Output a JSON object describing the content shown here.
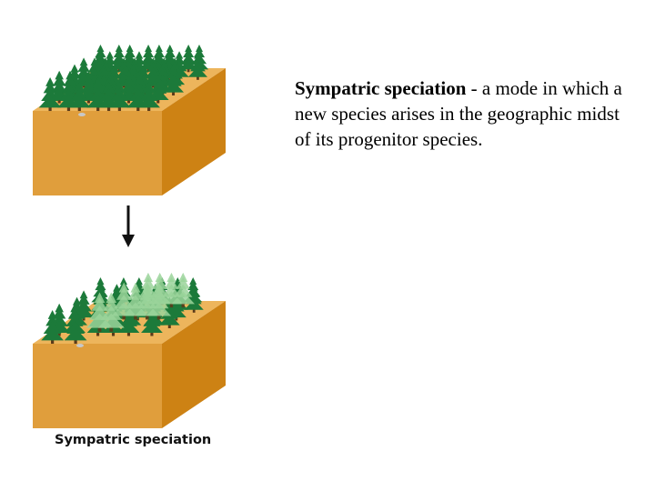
{
  "definition": {
    "term": "Sympatric speciation",
    "text": " - a mode in which a new species arises in the geographic midst of its progenitor species."
  },
  "figure": {
    "caption": "Sympatric speciation",
    "arrow_icon": "arrow-down-icon",
    "colors": {
      "block_top": "#edb55c",
      "block_front": "#e09e3c",
      "block_side": "#cd8214",
      "tree_original": "#1c7a3a",
      "tree_new_species": "#9ad39a"
    },
    "top_block": {
      "trees": 48
    },
    "bottom_block": {
      "trees": 32,
      "new_species_trees": 10
    }
  }
}
